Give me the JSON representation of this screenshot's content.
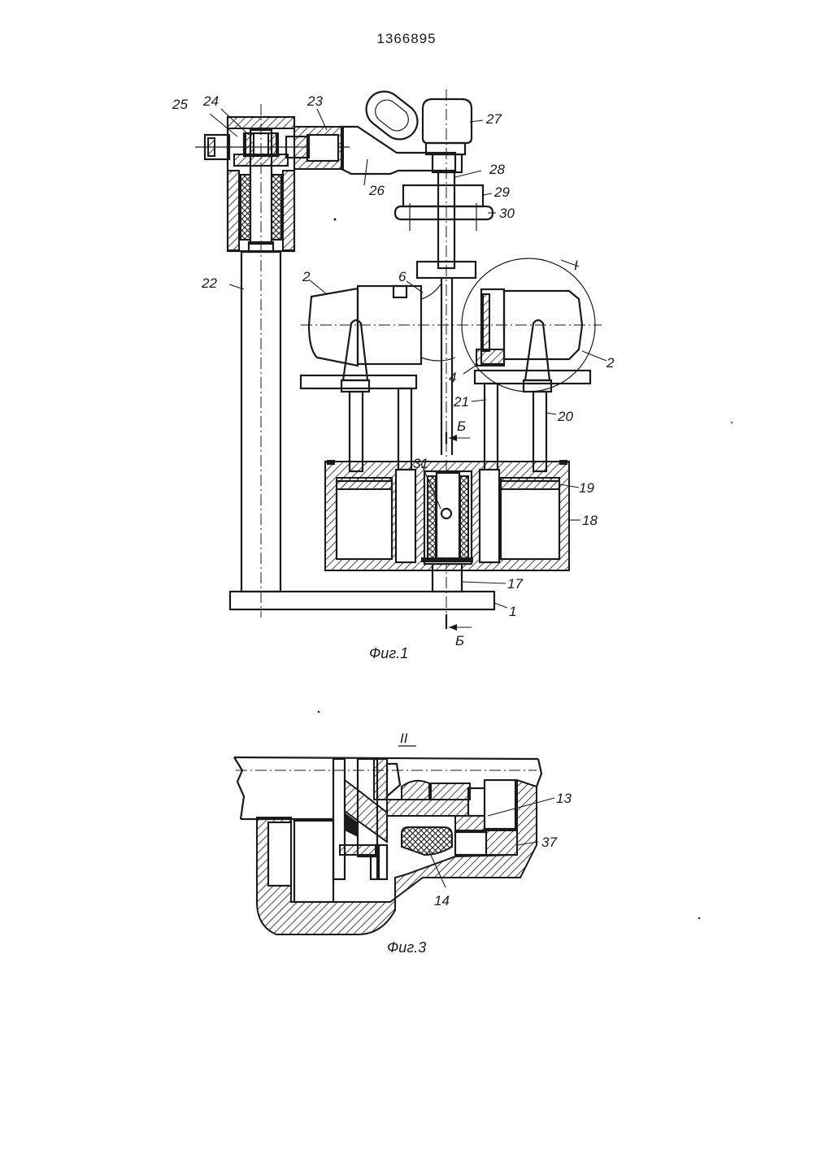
{
  "document": {
    "number": "1366895"
  },
  "figure1": {
    "caption": "Фиг.1",
    "detail_mark": "I",
    "section_mark": "Б",
    "labels": {
      "l1": "1",
      "l2a": "2",
      "l2b": "2",
      "l4": "4",
      "l6": "6",
      "l17": "17",
      "l18": "18",
      "l19": "19",
      "l20": "20",
      "l21": "21",
      "l22": "22",
      "l23": "23",
      "l24": "24",
      "l25": "25",
      "l26": "26",
      "l27": "27",
      "l28": "28",
      "l29": "29",
      "l30": "30",
      "l31": "31"
    }
  },
  "figure3": {
    "caption": "Фиг.3",
    "detail_mark": "II",
    "labels": {
      "l13": "13",
      "l14": "14",
      "l37": "37"
    }
  }
}
